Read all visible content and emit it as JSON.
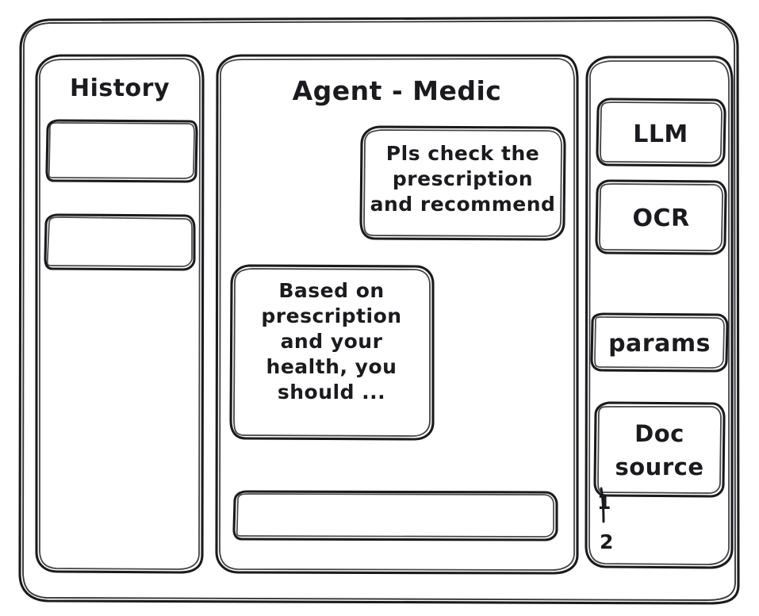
{
  "window": {
    "name": "agent-medic-wireframe"
  },
  "history_panel": {
    "title": "History",
    "items": [
      {
        "label": ""
      },
      {
        "label": ""
      }
    ]
  },
  "main_panel": {
    "title": "Agent - Medic",
    "messages": [
      {
        "role": "user",
        "text": "Pls check the\nprescription\nand recommend"
      },
      {
        "role": "assistant",
        "text": "Based on\nprescription\nand your\nhealth, you\nshould ..."
      }
    ],
    "composer": {
      "value": "",
      "placeholder": ""
    }
  },
  "tools_panel": {
    "chips": [
      {
        "label": "LLM"
      },
      {
        "label": "OCR"
      },
      {
        "label": "params"
      },
      {
        "label": "Doc\nsource"
      }
    ],
    "sources": [
      {
        "label": "1"
      },
      {
        "label": "2"
      }
    ]
  },
  "style": {
    "stroke": "#1b1b1f",
    "background": "#ffffff"
  }
}
